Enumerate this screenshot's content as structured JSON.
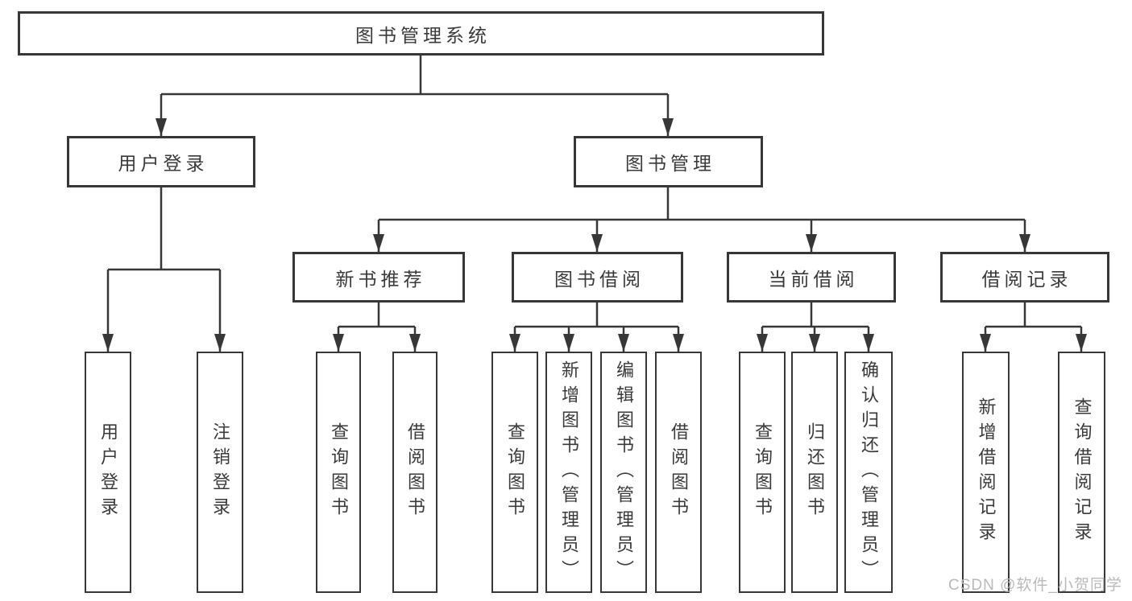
{
  "diagram": {
    "type": "hierarchy-tree",
    "watermark": "CSDN @软件_小贺同学",
    "colors": {
      "line": "#373737",
      "box_border": "#373737",
      "box_fill": "#ffffff",
      "text": "#3a3a3a",
      "watermark": "#b9b9b9",
      "background": "#ffffff"
    },
    "nodes": {
      "root": {
        "label": "图书管理系统"
      },
      "level1": [
        {
          "label": "用户登录"
        },
        {
          "label": "图书管理"
        }
      ],
      "level2": [
        {
          "label": "新书推荐"
        },
        {
          "label": "图书借阅"
        },
        {
          "label": "当前借阅"
        },
        {
          "label": "借阅记录"
        }
      ],
      "leaves": {
        "user_login": [
          {
            "label": "用户登录"
          },
          {
            "label": "注销登录"
          }
        ],
        "new_book_recommend": [
          {
            "label": "查询图书"
          },
          {
            "label": "借阅图书"
          }
        ],
        "book_borrowing": [
          {
            "label": "查询图书"
          },
          {
            "label": "新增图书（管理员）"
          },
          {
            "label": "编辑图书（管理员）"
          },
          {
            "label": "借阅图书"
          }
        ],
        "current_borrowing": [
          {
            "label": "查询图书"
          },
          {
            "label": "归还图书"
          },
          {
            "label": "确认归还（管理员）"
          }
        ],
        "borrowing_records": [
          {
            "label": "新增借阅记录"
          },
          {
            "label": "查询借阅记录"
          }
        ]
      }
    }
  }
}
